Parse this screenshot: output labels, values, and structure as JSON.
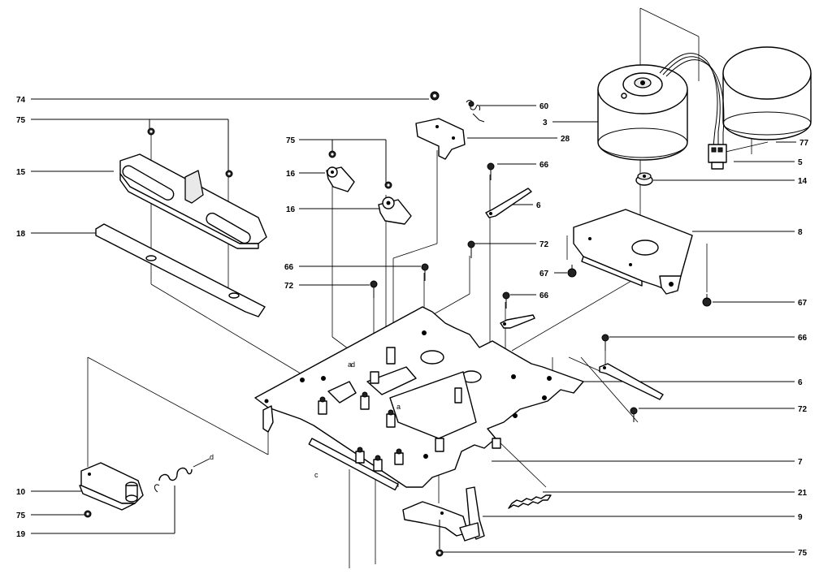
{
  "callouts": {
    "c74": "74",
    "c75a": "75",
    "c15": "15",
    "c18": "18",
    "c75b": "75",
    "c16a": "16",
    "c16b": "16",
    "c66a": "66",
    "c72a": "72",
    "c60": "60",
    "c28": "28",
    "c66b": "66",
    "c6a": "6",
    "c72b": "72",
    "c66c": "66",
    "c67a": "67",
    "c3": "3",
    "c77": "77",
    "c5": "5",
    "c14": "14",
    "c8": "8",
    "c67b": "67",
    "c66d": "66",
    "c6b": "6",
    "c72c": "72",
    "c7": "7",
    "c21": "21",
    "c9": "9",
    "c75c": "75",
    "c10": "10",
    "c75d": "75",
    "c19": "19"
  },
  "marks": {
    "a1": "a",
    "a2": "a",
    "c1": "c",
    "d1": "d",
    "d2": "d"
  }
}
